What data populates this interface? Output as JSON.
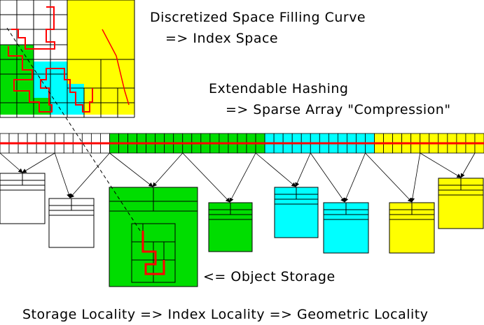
{
  "labels": {
    "title_line1": "Discretized Space Filling Curve",
    "title_line2": "=> Index Space",
    "hash_line1": "Extendable Hashing",
    "hash_line2": "=> Sparse Array \"Compression\"",
    "object_storage": "<= Object Storage",
    "footer": "Storage Locality => Index Locality => Geometric Locality"
  },
  "colors": {
    "white": "#ffffff",
    "green": "#00dd00",
    "cyan": "#00ffff",
    "yellow": "#ffff00",
    "curve": "#ff0000",
    "line": "#000000"
  },
  "array": {
    "segments": [
      {
        "color": "white",
        "cells": 12
      },
      {
        "color": "green",
        "cells": 17
      },
      {
        "color": "cyan",
        "cells": 12
      },
      {
        "color": "yellow",
        "cells": 12
      }
    ]
  },
  "buckets": [
    {
      "name": "bucket-white-1",
      "color": "white"
    },
    {
      "name": "bucket-white-2",
      "color": "white"
    },
    {
      "name": "bucket-green-large",
      "color": "green"
    },
    {
      "name": "bucket-green-small",
      "color": "green"
    },
    {
      "name": "bucket-cyan-1",
      "color": "cyan"
    },
    {
      "name": "bucket-cyan-2",
      "color": "cyan"
    },
    {
      "name": "bucket-yellow-1",
      "color": "yellow"
    },
    {
      "name": "bucket-yellow-2",
      "color": "yellow"
    }
  ]
}
